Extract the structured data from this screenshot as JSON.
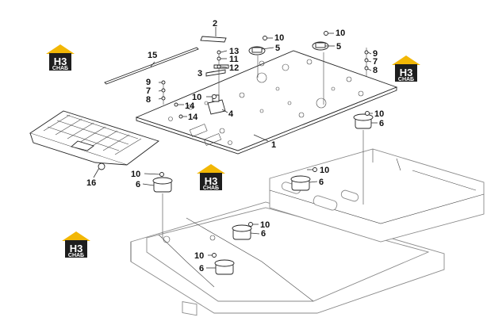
{
  "diagram": {
    "part_labels": [
      {
        "id": "p1",
        "text": "1"
      },
      {
        "id": "p2",
        "text": "2"
      },
      {
        "id": "p3",
        "text": "3"
      },
      {
        "id": "p4",
        "text": "4"
      },
      {
        "id": "p5a",
        "text": "5"
      },
      {
        "id": "p5b",
        "text": "5"
      },
      {
        "id": "p6a",
        "text": "6"
      },
      {
        "id": "p6b",
        "text": "6"
      },
      {
        "id": "p6c",
        "text": "6"
      },
      {
        "id": "p6d",
        "text": "6"
      },
      {
        "id": "p6e",
        "text": "6"
      },
      {
        "id": "p7a",
        "text": "7"
      },
      {
        "id": "p7b",
        "text": "7"
      },
      {
        "id": "p8a",
        "text": "8"
      },
      {
        "id": "p8b",
        "text": "8"
      },
      {
        "id": "p9a",
        "text": "9"
      },
      {
        "id": "p9b",
        "text": "9"
      },
      {
        "id": "p10a",
        "text": "10"
      },
      {
        "id": "p10b",
        "text": "10"
      },
      {
        "id": "p10c",
        "text": "10"
      },
      {
        "id": "p10d",
        "text": "10"
      },
      {
        "id": "p10e",
        "text": "10"
      },
      {
        "id": "p10f",
        "text": "10"
      },
      {
        "id": "p10g",
        "text": "10"
      },
      {
        "id": "p10h",
        "text": "10"
      },
      {
        "id": "p11",
        "text": "11"
      },
      {
        "id": "p12",
        "text": "12"
      },
      {
        "id": "p13",
        "text": "13"
      },
      {
        "id": "p14a",
        "text": "14"
      },
      {
        "id": "p14b",
        "text": "14"
      },
      {
        "id": "p15",
        "text": "15"
      },
      {
        "id": "p16",
        "text": "16"
      }
    ],
    "watermark": {
      "top_text": "H3",
      "bottom_text": "СНАБ",
      "colors": {
        "roof": "#f2b705",
        "roof_dark": "#2a2a2a",
        "body": "#1e1e1e",
        "text": "#ffffff"
      }
    }
  }
}
